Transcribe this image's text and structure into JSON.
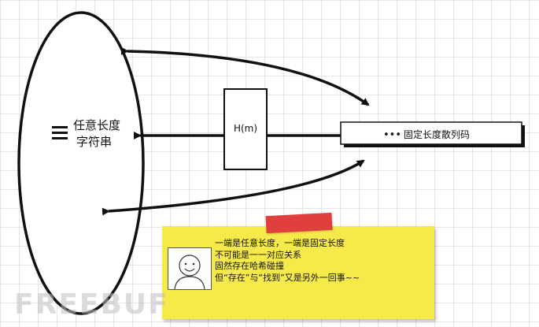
{
  "diagram": {
    "left_label_line1": "任意长度",
    "left_label_line2": "字符串",
    "hash_box_label": "H(m)",
    "right_box_prefix": "•••",
    "right_box_label": "固定长度散列码"
  },
  "note": {
    "lines": [
      "一端是任意长度，一端是固定长度",
      "不可能是一一对应关系",
      "固然存在哈希碰撞",
      "但“存在”与“找到”又是另外一回事~~"
    ]
  },
  "watermark": "FREEBUF"
}
